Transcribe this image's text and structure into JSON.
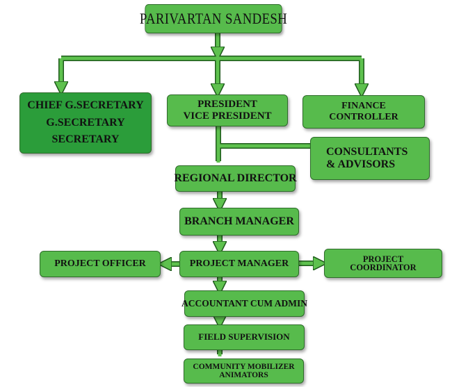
{
  "org_chart": {
    "top": "PARIVARTAN SANDESH",
    "chief_secretaries": [
      "CHIEF G.SECRETARY",
      "G.SECRETARY",
      "SECRETARY"
    ],
    "president": [
      "PRESIDENT",
      "VICE PRESIDENT"
    ],
    "finance": [
      "FINANCE",
      "CONTROLLER"
    ],
    "consultants": [
      "CONSULTANTS",
      "& ADVISORS"
    ],
    "regional_director": "REGIONAL DIRECTOR",
    "branch_manager": "BRANCH MANAGER",
    "project_manager": "PROJECT MANAGER",
    "project_officer": "PROJECT OFFICER",
    "project_coordinator": [
      "PROJECT",
      "COORDINATOR"
    ],
    "accountant": "ACCOUNTANT CUM ADMIN",
    "field_supervision": "FIELD SUPERVISION",
    "community_mobilizer": [
      "COMMUNITY MOBILIZER",
      "ANIMATORS"
    ]
  },
  "colors": {
    "box_light": "#57bb4c",
    "box_dark": "#2b9d3a",
    "connector": "#5ec14e",
    "connector_outline": "#1f5a1c"
  }
}
